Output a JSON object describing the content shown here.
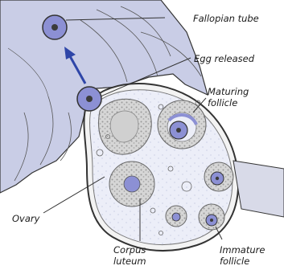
{
  "labels": {
    "fallopian_tube": "Fallopian tube",
    "egg_released": "Egg released",
    "maturing_follicle": [
      "Maturing",
      "follicle"
    ],
    "ovary": "Ovary",
    "corpus_luteum": [
      "Corpus",
      "luteum"
    ],
    "immature_follicle": [
      "Immature",
      "follicle"
    ]
  },
  "colors": {
    "tube_fill": "#c9cde6",
    "ovary_fill": "#eceef8",
    "follicle_fill": "#d3d3d3",
    "egg_fill": "#8c90d4",
    "arrow": "#2f46a8",
    "outline": "#333333"
  },
  "icons": {
    "arrow": "arrow-up-icon"
  }
}
